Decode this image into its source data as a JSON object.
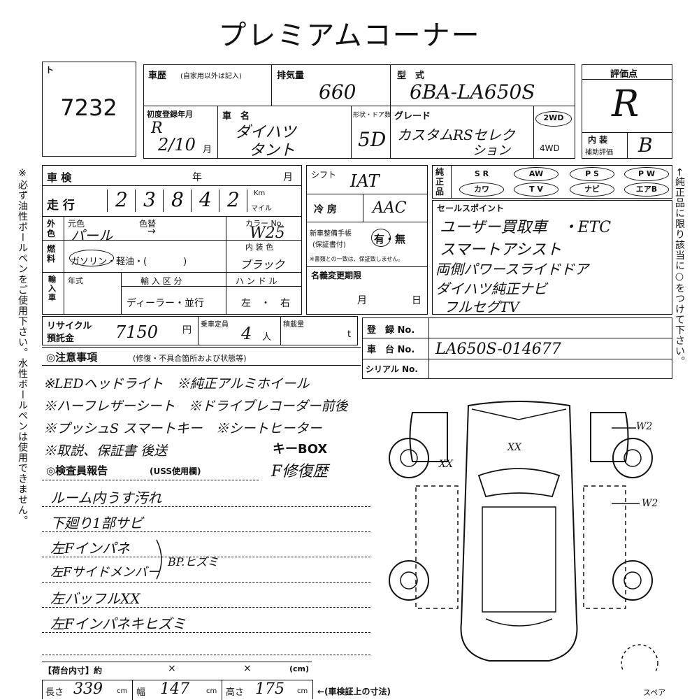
{
  "header": {
    "title": "プレミアムコーナー"
  },
  "lot": {
    "corner_mark": "ト",
    "number": "7232"
  },
  "vehicle": {
    "history_label": "車歴",
    "history_note": "(自家用以外は記入)",
    "displacement_label": "排気量",
    "displacement": "660",
    "model_label": "型　式",
    "model": "6BA-LA650S",
    "first_reg_label": "初度登録年月",
    "first_reg_era": "R",
    "first_reg_value": "2/10",
    "first_reg_unit": "月",
    "name_label": "車　名",
    "maker": "ダイハツ",
    "name": "タント",
    "shape_label": "形状・ドア数",
    "doors": "5D",
    "grade_label": "グレード",
    "grade_line1": "カスタムRSセレク",
    "grade_line2": "ション",
    "drive_2wd": "2WD",
    "drive_4wd": "4WD"
  },
  "rating": {
    "label": "評価点",
    "score": "R",
    "interior_label_1": "内 装",
    "interior_label_2": "補助評価",
    "interior": "B"
  },
  "inspection": {
    "label": "車 検",
    "year_unit": "年",
    "month_unit": "月",
    "mileage_label": "走 行",
    "mileage_digits": [
      "2",
      "3",
      "8",
      "4",
      "2"
    ],
    "mileage_unit_km": "Km",
    "mileage_unit_mile": "マイル"
  },
  "color": {
    "outer_label": "外色",
    "original_label": "元色",
    "original": "パール",
    "changed_label": "色替",
    "arrow": "→",
    "code_label": "カラー No.",
    "code": "W25",
    "fuel_label": "燃料",
    "fuel_options": "ガソリン・軽油・(　　　　)",
    "interior_color_label": "内 装 色",
    "interior_color": "ブラック"
  },
  "import": {
    "label": "輸入車",
    "year_label": "年式",
    "type_label": "輸 入 区 分",
    "type_value": "ディーラー・並行",
    "handle_label": "ハ ン ド ル",
    "handle_value": "左　・　右"
  },
  "recycle": {
    "label_1": "リサイクル",
    "label_2": "預託金",
    "amount": "7150",
    "yen": "円",
    "capacity_label": "乗車定員",
    "capacity": "4",
    "capacity_unit": "人",
    "load_label": "積載量",
    "load_unit": "t"
  },
  "shift": {
    "label": "シフト",
    "value": "IAT"
  },
  "ac": {
    "label": "冷 房",
    "value": "AAC"
  },
  "maintenance": {
    "label_1": "新車整備手帳",
    "label_2": "(保証書付)",
    "value": "有・無",
    "note": "※書類との一致は、保証致しません。"
  },
  "name_change": {
    "label": "名義変更期限",
    "month": "月",
    "day": "日"
  },
  "genuine": {
    "label": "純正品",
    "row1": [
      "S R",
      "AW",
      "P S",
      "P W"
    ],
    "row2": [
      "カワ",
      "T V",
      "ナビ",
      "エアB"
    ]
  },
  "sales_points": {
    "label": "セールスポイント",
    "lines": [
      "ユーザー買取車　・ETC",
      "スマートアシスト",
      "両側パワースライドドア",
      "ダイハツ純正ナビ",
      "フルセグTV"
    ]
  },
  "registration": {
    "reg_label": "登　録 No.",
    "chassis_label": "車　台 No.",
    "chassis": "LA650S-014677",
    "serial_label": "シリアル No."
  },
  "notes": {
    "label": "◎注意事項",
    "sub": "(修復・不具合箇所および状態等)",
    "lines": [
      "※LEDヘッドライト　※純正アルミホイール",
      "※ハーフレザーシート　※ドライブレコーダー前後",
      "※プッシュS スマートキー　※シートヒーター",
      "※取説、保証書 後送"
    ],
    "key_box": "キーBOX"
  },
  "inspector": {
    "label": "◎検査員報告",
    "sub": "(USS使用欄)",
    "remark": "F修復歴",
    "lines": [
      "ルーム内うす汚れ",
      "下廻り1部サビ",
      "左Fインパネ",
      "左Fサイドメンバー",
      "左バッフルXX",
      "左Fインパネキヒズミ"
    ],
    "bracket_note": "BP.ヒズミ"
  },
  "diagram": {
    "mark_center": "XX",
    "mark_left": "XX",
    "mark_right_1": "W2",
    "mark_right_2": "W2",
    "spare_label": "スペア"
  },
  "cargo": {
    "label": "【荷台内寸】約",
    "x1": "×",
    "x2": "×",
    "unit": "(cm)",
    "length_label": "長さ",
    "length": "339",
    "width_label": "幅",
    "width": "147",
    "height_label": "高さ",
    "height": "175",
    "cm": "cm",
    "note": "←(車検証上の寸法)"
  },
  "side_notes": {
    "left": "※必ず油性ボールペンをご使用下さい。水性ボールペンは使用できません。",
    "right": "←純正品に限り該当に○をつけて下さい。"
  }
}
